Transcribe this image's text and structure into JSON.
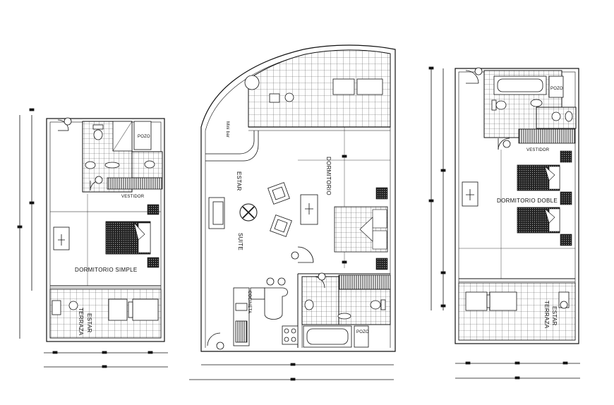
{
  "units": {
    "simple": {
      "dormitorio": "DORMITORIO SIMPLE",
      "vestidor": "VESTIDOR",
      "terraza": "TERRAZA",
      "estar": "ESTAR",
      "pozo": "POZO"
    },
    "suite": {
      "minibar": "Mini bar",
      "estar": "ESTAR",
      "suite": "SUITE",
      "dormitorio": "DORMITORIO",
      "cocineta": "COCINETA",
      "pozo": "POZO"
    },
    "doble": {
      "dormitorio": "DORMITORIO DOBLE",
      "vestidor": "VESTIDOR",
      "terraza": "TERRAZA",
      "estar": "ESTAR",
      "pozo": "POZO"
    }
  },
  "colors": {
    "line": "#111111",
    "fill_dark": "#2a2a2a",
    "tile": "#666666"
  }
}
